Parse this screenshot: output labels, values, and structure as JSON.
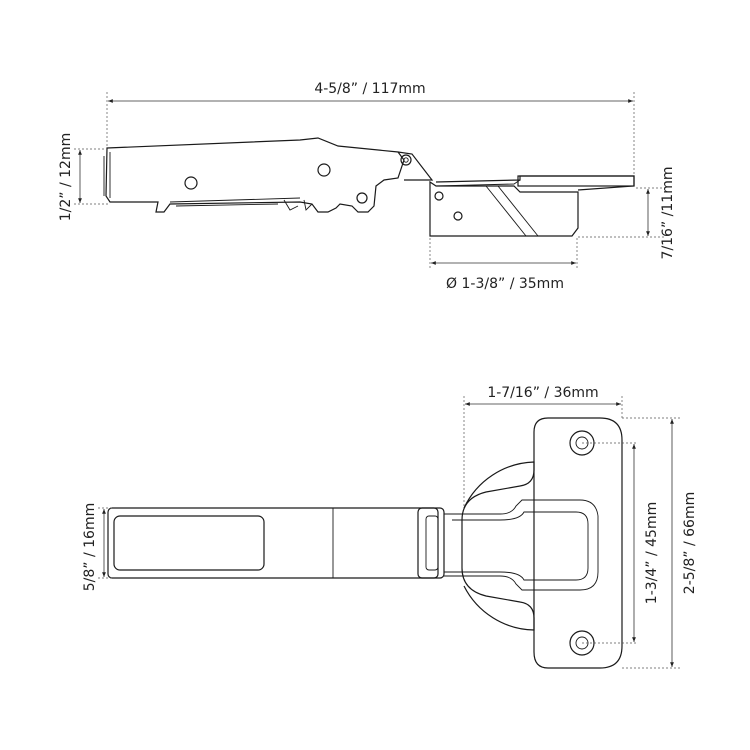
{
  "side_view": {
    "overall_length": "4-5/8” / 117mm",
    "arm_height": "1/2” / 12mm",
    "cup_depth": "7/16” /11mm",
    "cup_diameter": "Ø 1-3/8” / 35mm"
  },
  "top_view": {
    "cup_width": "1-7/16” / 36mm",
    "arm_width": "5/8” / 16mm",
    "screw_spacing": "1-3/4” / 45mm",
    "plate_height": "2-5/8” / 66mm"
  }
}
